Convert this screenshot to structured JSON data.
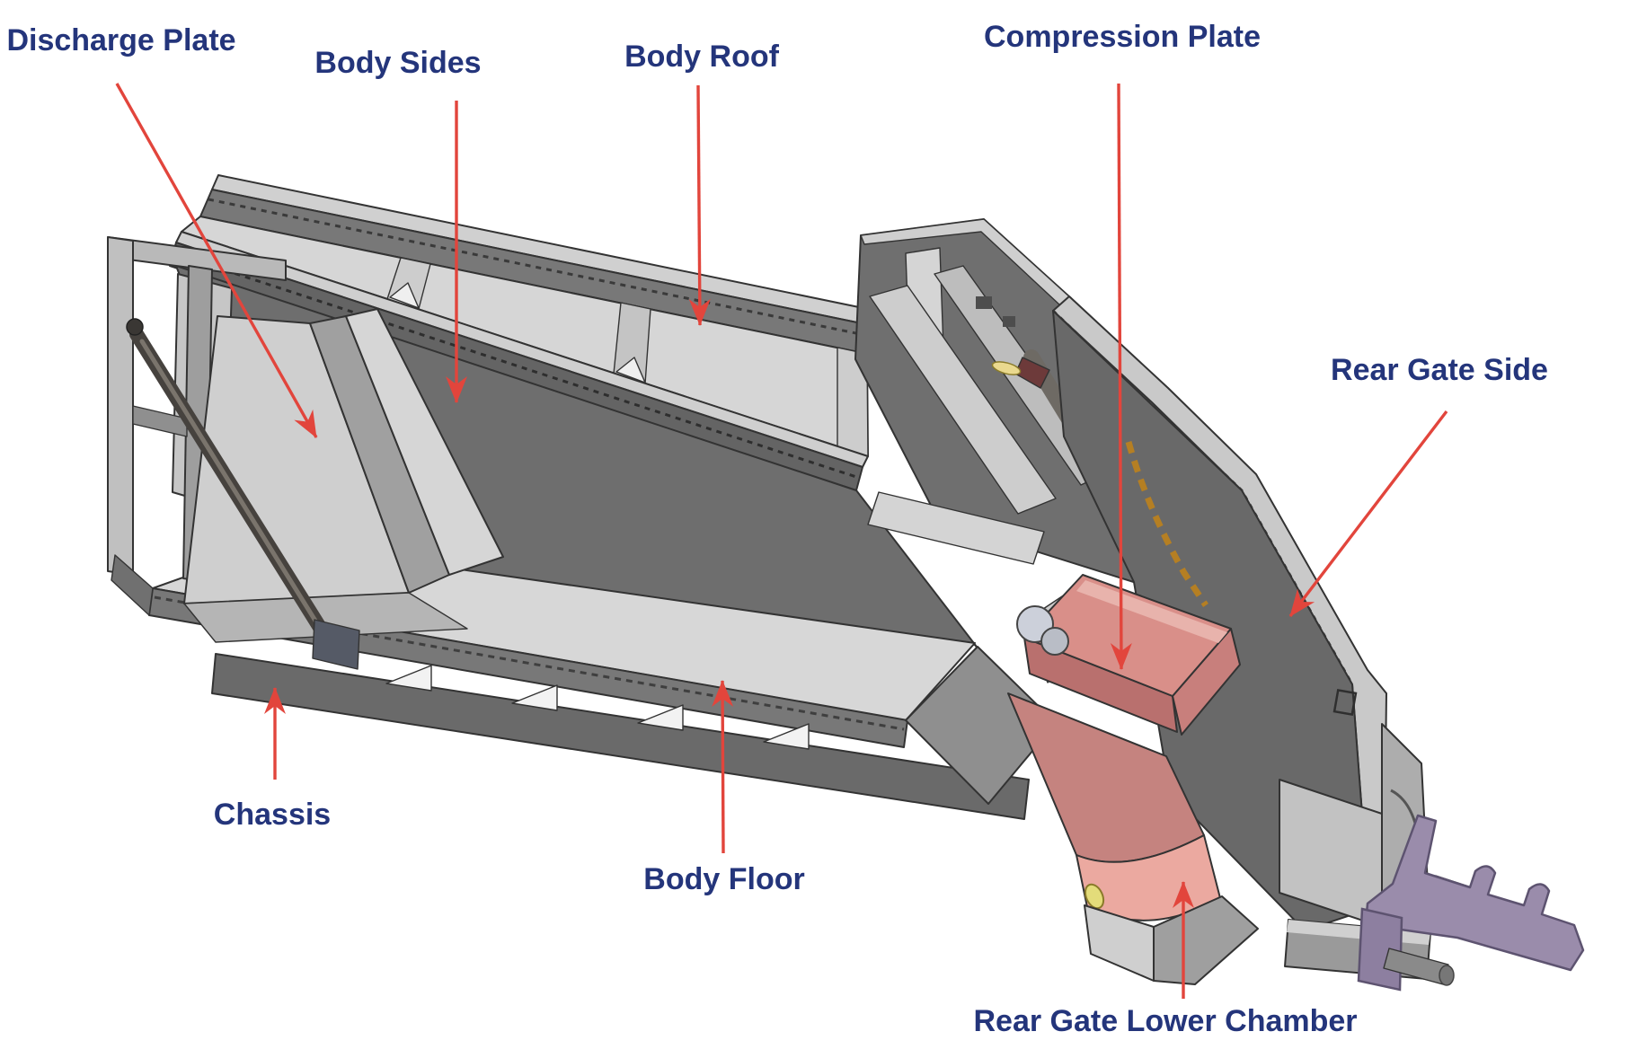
{
  "figure": {
    "kind": "labeled engineering diagram",
    "subject": "Refuse collection truck body - 3D CAD cutaway with part callouts",
    "background_color": "#ffffff"
  },
  "annotations": [
    {
      "id": "discharge-plate",
      "text": "Discharge Plate"
    },
    {
      "id": "body-sides",
      "text": "Body Sides"
    },
    {
      "id": "body-roof",
      "text": "Body Roof"
    },
    {
      "id": "compression-plate",
      "text": "Compression Plate"
    },
    {
      "id": "rear-gate-side",
      "text": "Rear Gate Side"
    },
    {
      "id": "chassis",
      "text": "Chassis"
    },
    {
      "id": "body-floor",
      "text": "Body Floor"
    },
    {
      "id": "rear-gate-lower-chamber",
      "text": "Rear Gate Lower Chamber"
    }
  ],
  "style": {
    "label-color": "#24357b",
    "arrow-color": "#e2453c"
  },
  "palette": {
    "steel_light": "#d2d2d2",
    "steel_mid": "#a9a9a9",
    "steel_dark": "#6e6e6e",
    "pink_plate": "#d98f89",
    "pink_chamber_light": "#eba9a0",
    "lifter_purple": "#9a8cab",
    "chain_orange": "#b57f23",
    "detail_yellow": "#e3dc7a"
  }
}
